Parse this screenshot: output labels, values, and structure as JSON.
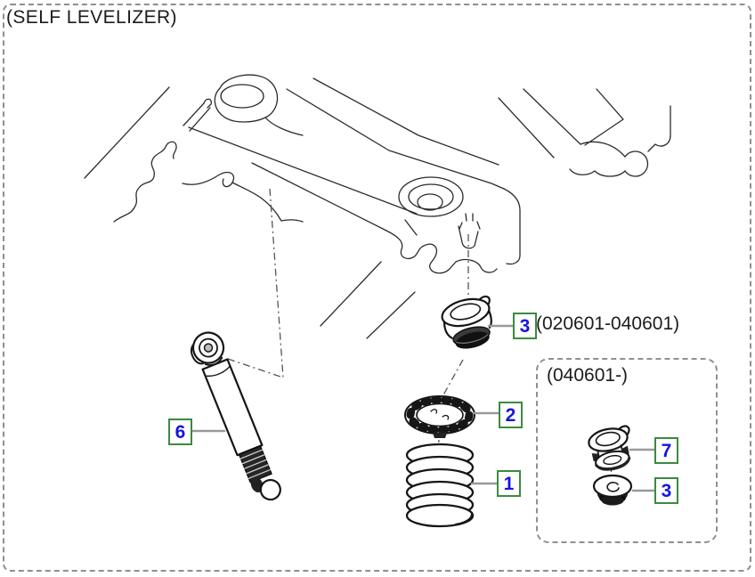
{
  "title": "(SELF LEVELIZER)",
  "callouts": {
    "shock_absorber": {
      "number": "6"
    },
    "spring_seat": {
      "number": "2"
    },
    "coil_spring": {
      "number": "1"
    },
    "bump_stopper_early": {
      "number": "3",
      "range": "(020601-040601)"
    },
    "bushing": {
      "number": "7"
    },
    "bump_stopper_late": {
      "number": "3"
    }
  },
  "inset": {
    "range": "(040601-)"
  },
  "colors": {
    "callout_border": "#3c8a40",
    "callout_number": "#1515dd",
    "line_art": "#2b2b2b",
    "leader_gray": "#999999"
  }
}
